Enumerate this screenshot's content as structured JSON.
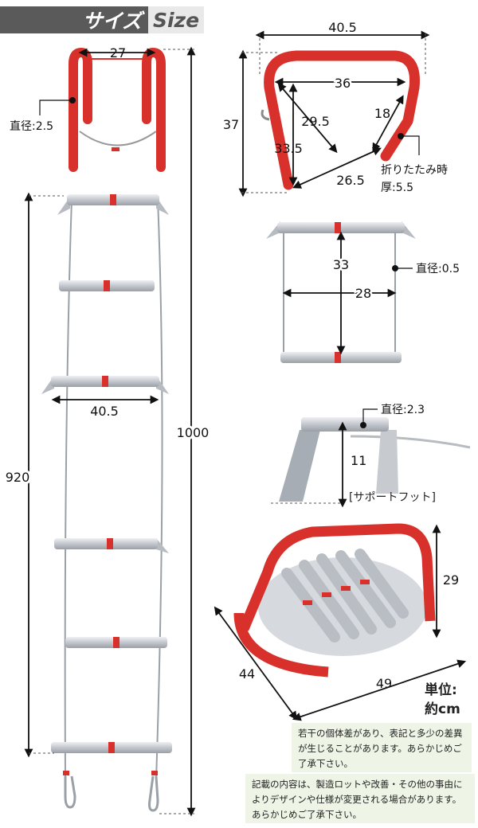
{
  "header": {
    "title_jp": "サイズ",
    "title_en": "Size"
  },
  "dimensions": {
    "top_width": "27",
    "diameter_frame": "直径:2.5",
    "rung_length": "40.5",
    "length_920": "920",
    "length_1000": "1000",
    "hook_width": "40.5",
    "hook_height": "37",
    "hook_inner": "36",
    "hook_diag": "29.5",
    "hook_side": "18",
    "hook_vertical": "33.5",
    "hook_bottom": "26.5",
    "folded_label": "折りたたみ時",
    "folded_thickness": "厚:5.5",
    "rung_spacing": "33",
    "rung_inner_width": "28",
    "wire_diameter": "直径:0.5",
    "support_diameter": "直径:2.3",
    "support_height": "11",
    "support_label": "[サポートフット]",
    "folded_height": "29",
    "folded_depth": "44",
    "folded_width": "49"
  },
  "unit": {
    "line1": "単位:",
    "line2": "約cm"
  },
  "notes": {
    "note1": "若干の個体差があり、表記と多少の差異が生じることがあります。あらかじめご了承下さい。",
    "note2": "記載の内容は、製造ロットや改善・その他の事由によりデザインや仕様が変更される場合があります。あらかじめご了承下さい。"
  },
  "colors": {
    "frame_red": "#d8312b",
    "rung_silver": "#c9ccd2",
    "rung_band": "#d8312b",
    "header_dark": "#5a5a5a"
  }
}
